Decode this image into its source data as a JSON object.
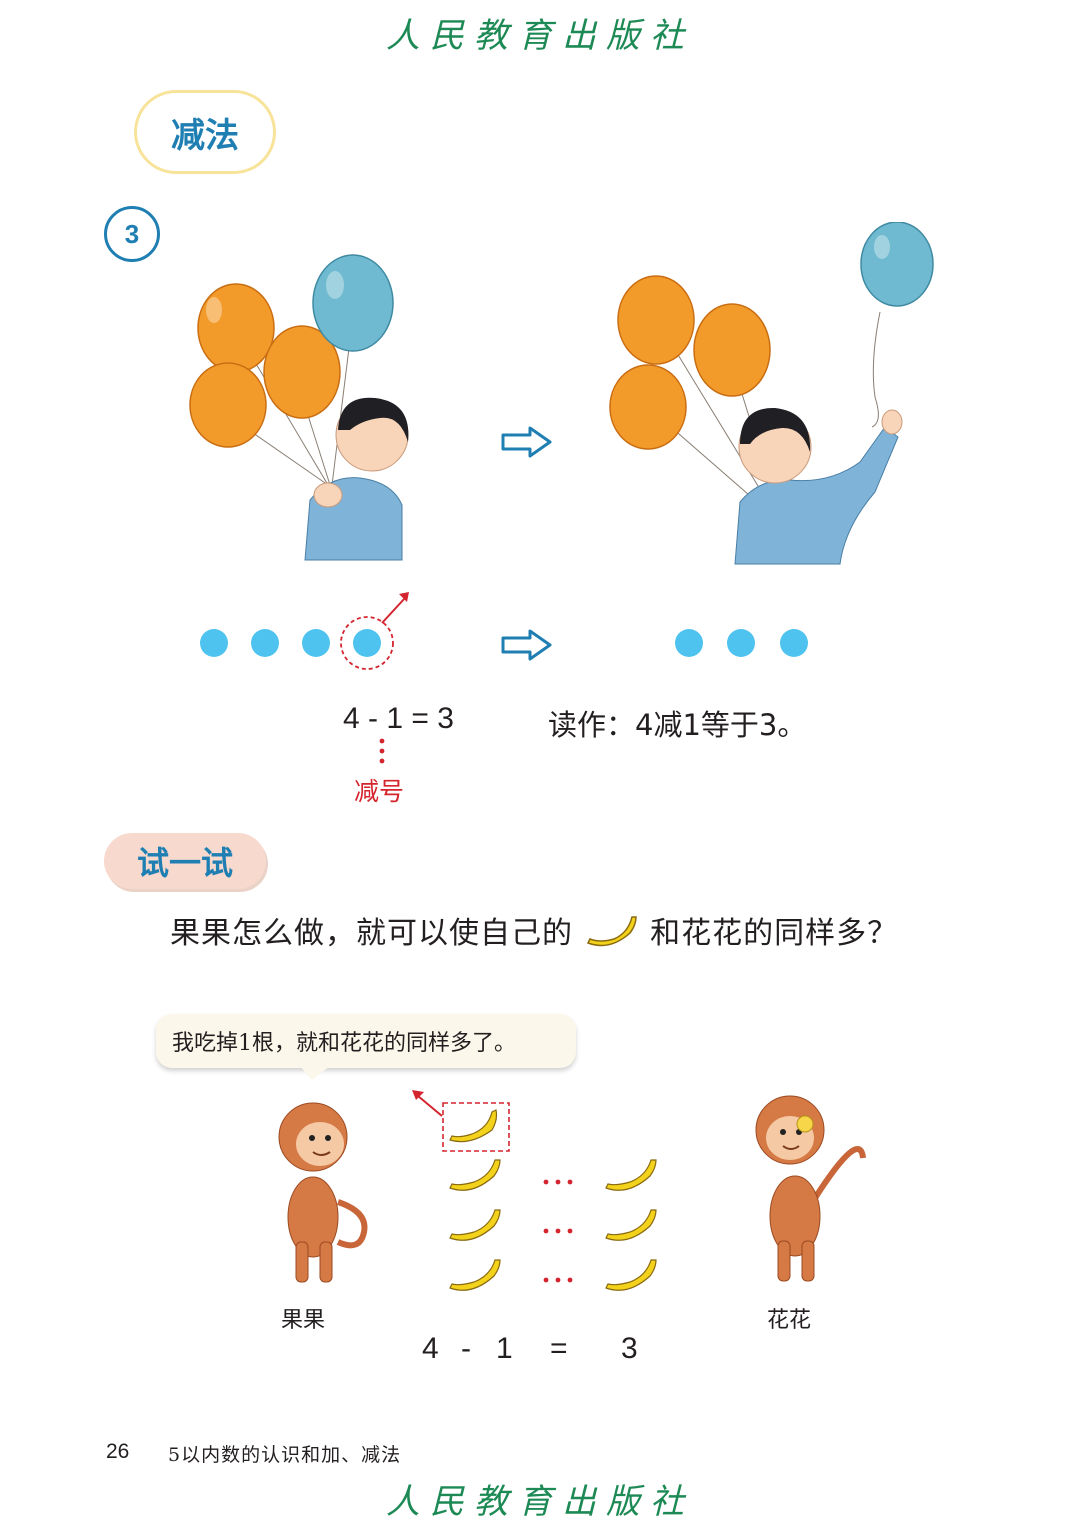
{
  "publisher": "人民教育出版社",
  "section_title": "减法",
  "example_number": "3",
  "equation1": "4 - 1 = 3",
  "reading": "读作：4减1等于3。",
  "minus_sign_label": "减号",
  "try_label": "试一试",
  "question_part1": "果果怎么做，就可以使自己的",
  "question_part2": "和花花的同样多？",
  "speech": "我吃掉1根，就和花花的同样多了。",
  "name_left": "果果",
  "name_right": "花花",
  "equation2": {
    "a": "4",
    "op": "-",
    "b": "1",
    "eq": "=",
    "result": "3"
  },
  "dots_before": 4,
  "dots_after": 3,
  "page_number": "26",
  "chapter_title": "5以内数的认识和加、减法",
  "colors": {
    "dot": "#4fc3ef",
    "arrow": "#1f7fb3",
    "red": "#d4252e",
    "balloon_orange": "#f39b2a",
    "balloon_blue": "#6fbad0",
    "banana": "#f3d21c"
  }
}
